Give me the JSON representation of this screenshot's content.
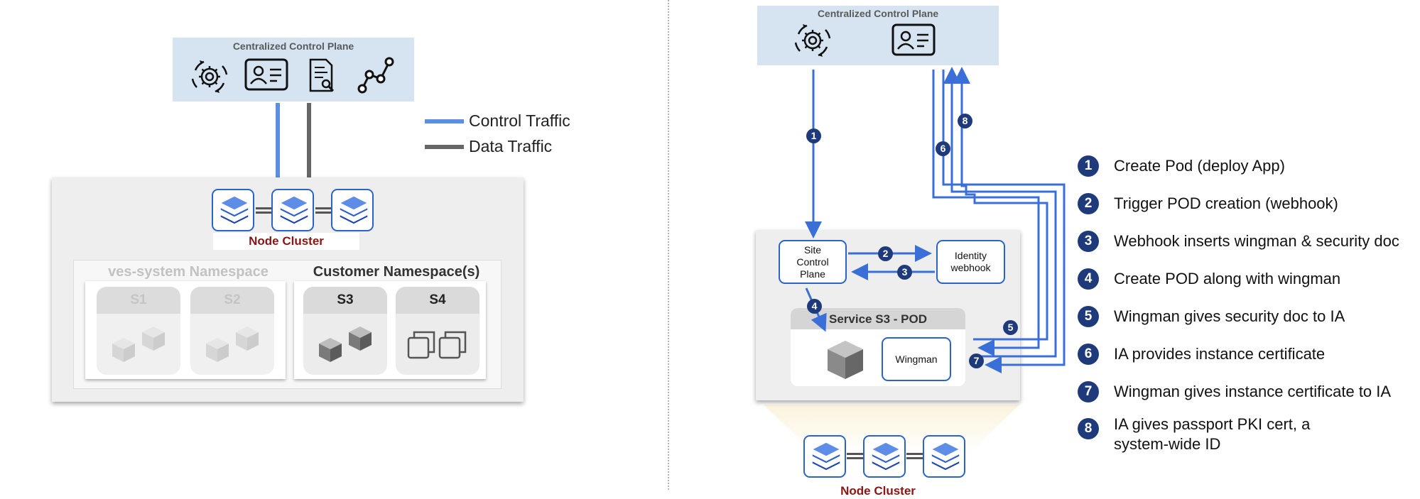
{
  "left": {
    "control_plane_title": "Centralized Control Plane",
    "control_plane_icons": [
      "gear-cycle-icon",
      "id-card-icon",
      "document-search-icon",
      "graph-nodes-icon"
    ],
    "legend": [
      {
        "label": "Control Traffic",
        "color": "#5b8fe0"
      },
      {
        "label": "Data Traffic",
        "color": "#666666"
      }
    ],
    "node_cluster_label": "Node Cluster",
    "ves_namespace_title": "ves-system Namespace",
    "customer_namespace_title": "Customer Namespace(s)",
    "services": [
      {
        "label": "S1",
        "icon": "cubes-icon",
        "dimmed": true
      },
      {
        "label": "S2",
        "icon": "cubes-icon",
        "dimmed": true
      },
      {
        "label": "S3",
        "icon": "cubes-icon",
        "dimmed": false
      },
      {
        "label": "S4",
        "icon": "squares-icon",
        "dimmed": false
      }
    ]
  },
  "right": {
    "control_plane_title": "Centralized Control Plane",
    "site_control_plane": "Site Control Plane",
    "identity_webhook": "Identity webhook",
    "pod_title": "Service S3 - POD",
    "wingman": "Wingman",
    "node_cluster_label": "Node Cluster",
    "badges": [
      "1",
      "2",
      "3",
      "4",
      "5",
      "6",
      "7",
      "8"
    ],
    "steps": [
      {
        "num": "1",
        "text": "Create Pod (deploy App)"
      },
      {
        "num": "2",
        "text": "Trigger POD creation (webhook)"
      },
      {
        "num": "3",
        "text": "Webhook inserts wingman & security doc"
      },
      {
        "num": "4",
        "text": "Create POD along with wingman"
      },
      {
        "num": "5",
        "text": "Wingman gives security doc to IA"
      },
      {
        "num": "6",
        "text": "IA provides instance certificate"
      },
      {
        "num": "7",
        "text": "Wingman gives instance certificate to IA"
      },
      {
        "num": "8",
        "text": "IA gives passport PKI cert, a system-wide ID"
      }
    ]
  },
  "colors": {
    "accent_blue": "#3a6fd8",
    "step_badge": "#1f3a7a",
    "node_label": "#8b1414",
    "control_plane_bg": "#d6e4f1"
  }
}
